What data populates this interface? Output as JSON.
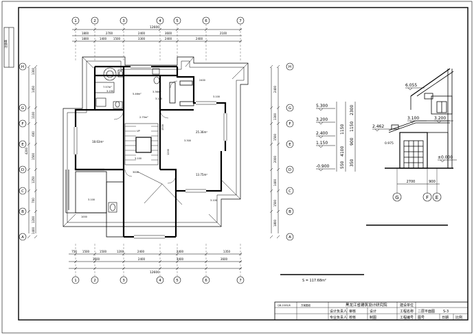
{
  "sheet": {
    "grid_top": [
      "1",
      "2",
      "3",
      "4",
      "5",
      "6",
      "7"
    ],
    "grid_left": [
      "H",
      "G",
      "F",
      "E",
      "D",
      "C",
      "B",
      "A"
    ],
    "grid_bottom": [
      "1",
      "2",
      "3",
      "4",
      "5",
      "6",
      "7"
    ],
    "top_dims_outer": [
      "1800",
      "2700",
      "2400",
      "3600",
      "2100"
    ],
    "top_dims_total": "12600",
    "top_dims_inner": [
      "1800",
      "1400",
      "1500",
      "3300",
      "2400",
      "2400"
    ],
    "left_dims": [
      "1300",
      "1450",
      "1100",
      "600",
      "1500",
      "1250",
      "700",
      "1200",
      "1400",
      "4200"
    ],
    "right_dims": [
      "2400",
      "1300",
      "1500",
      "2000",
      "1400",
      "1500",
      "1800"
    ],
    "bottom_dims_inner": [
      "750",
      "1500",
      "1500",
      "1200",
      "2400",
      "2400",
      "1350"
    ],
    "bottom_dims_mid": [
      "3600",
      "2400",
      "3400",
      "3600"
    ],
    "bottom_total": "12600"
  },
  "plan_labels": {
    "room_a": "7.57m²",
    "room_b": "5.46m²",
    "room_c": "3.36m²",
    "room_d": "2.75m²",
    "room_e": "18.63m²",
    "room_f": "25.36m²",
    "room_g": "13.75m²",
    "elev_1": "3.150",
    "elev_2": "3.150",
    "elev_3": "3.100",
    "elev_4": "3.300",
    "elev_5": "3.100",
    "elev_6": "3.100",
    "elev_7": "3.100",
    "stair_a": "UP",
    "dim_3000": "3000",
    "dim_2400": "2400",
    "dim_1200": "1200",
    "dim_1500": "1500",
    "dim_1000": "1000"
  },
  "area_note": "S = 117.68m²",
  "section": {
    "levels": [
      "6.055",
      "5.300",
      "3.200",
      "2.462",
      "2.400",
      "1.150",
      "-0.900",
      "3.100",
      "3.200",
      "±0.000"
    ],
    "dims_vertical": [
      "2300",
      "1150",
      "900",
      "1150",
      "350",
      "4100",
      "550"
    ],
    "extra_level": "0.975",
    "bottom_dims": [
      "2700",
      "900"
    ],
    "axis_labels": [
      "G",
      "F",
      "E"
    ]
  },
  "title_block": {
    "project": "黑龙江省建筑设计研究院",
    "cells": [
      "建设单位",
      "工程名称",
      "设计负责人",
      "专业负责人",
      "审核",
      "校核",
      "设计",
      "制图",
      "工程编号",
      "图号",
      "日期",
      "比例",
      "二层平面图",
      "S-3"
    ],
    "left_code": "QB-2005/6",
    "left_label": "方案图纸"
  },
  "left_strip": {
    "label": "注册章"
  }
}
